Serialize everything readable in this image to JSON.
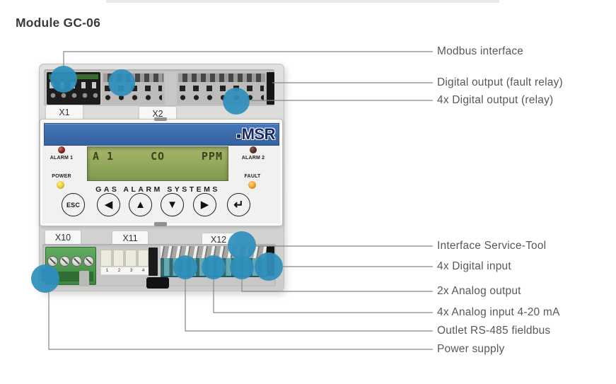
{
  "page": {
    "title": "Module GC-06"
  },
  "device": {
    "brand": "MSR",
    "top_tabs": [
      "X1",
      "X2"
    ],
    "bottom_tabs": [
      "X10",
      "X11",
      "X12"
    ],
    "x11_numbers": [
      "1",
      "2",
      "3",
      "4"
    ],
    "panel": {
      "alarm1": "ALARM 1",
      "alarm2": "ALARM 2",
      "power": "POWER",
      "fault": "FAULT",
      "subtitle": "GAS ALARM SYSTEMS",
      "lcd": {
        "left": "A 1",
        "center": "CO",
        "right": "PPM"
      },
      "buttons": [
        {
          "name": "esc",
          "label": "ESC"
        },
        {
          "name": "left",
          "glyph": "◀"
        },
        {
          "name": "up",
          "glyph": "▲"
        },
        {
          "name": "down",
          "glyph": "▼"
        },
        {
          "name": "right",
          "glyph": "▶"
        },
        {
          "name": "enter",
          "glyph": "↵"
        }
      ]
    }
  },
  "callouts": [
    {
      "label": "Modbus interface"
    },
    {
      "label": "Digital output (fault relay)"
    },
    {
      "label": "4x Digital output (relay)"
    },
    {
      "label": "Interface Service-Tool"
    },
    {
      "label": "4x Digital input"
    },
    {
      "label": "2x Analog output"
    },
    {
      "label": "4x Analog input 4-20 mA"
    },
    {
      "label": "Outlet RS-485 fieldbus"
    },
    {
      "label": "Power supply"
    }
  ],
  "colors": {
    "accent_dot": "#2e8fbb",
    "header_blue": "#3a6cb2",
    "logo_navy": "#1a2a66",
    "lcd_green": "#8aa355",
    "led_alarm": "#7a241c",
    "led_power": "#e3c92f",
    "led_fault": "#ef9b24",
    "label_gray": "#57585b"
  }
}
